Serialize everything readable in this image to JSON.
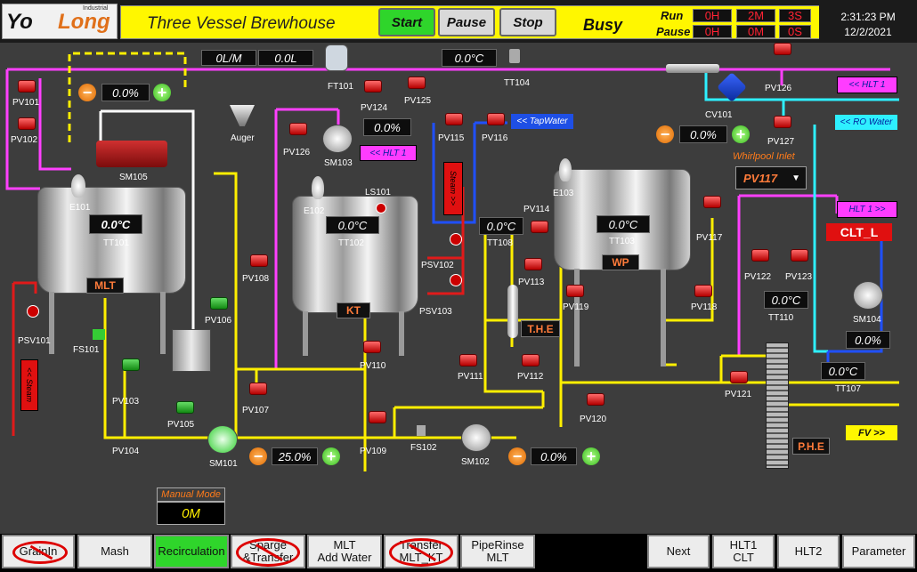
{
  "header": {
    "logo_yo": "Yo",
    "logo_long": "Long",
    "logo_industrial": "Industrial",
    "title": "Three Vessel Brewhouse",
    "start_label": "Start",
    "pause_label": "Pause",
    "stop_label": "Stop",
    "status": "Busy",
    "run_label": "Run",
    "pause_time_label": "Pause",
    "run_time": {
      "h": "0H",
      "m": "2M",
      "s": "3S"
    },
    "pause_time": {
      "h": "0H",
      "m": "0M",
      "s": "0S"
    },
    "time": "2:31:23 PM",
    "date": "12/2/2021"
  },
  "flow": {
    "rate": "0L/M",
    "total": "0.0L",
    "ft_tag": "FT101"
  },
  "top_temp": "0.0°C",
  "tags": {
    "pv101": "PV101",
    "pv102": "PV102",
    "pv103": "PV103",
    "pv104": "PV104",
    "pv105": "PV105",
    "pv106": "PV106",
    "pv107": "PV107",
    "pv108": "PV108",
    "pv109": "PV109",
    "pv110": "PV110",
    "pv111": "PV111",
    "pv112": "PV112",
    "pv113": "PV113",
    "pv114": "PV114",
    "pv115": "PV115",
    "pv116": "PV116",
    "pv117": "PV117",
    "pv118": "PV118",
    "pv119": "PV119",
    "pv120": "PV120",
    "pv121": "PV121",
    "pv122": "PV122",
    "pv123": "PV123",
    "pv124": "PV124",
    "pv125": "PV125",
    "pv126a": "PV126",
    "pv126b": "PV126",
    "pv127": "PV127",
    "cv101": "CV101",
    "tt104": "TT104",
    "auger": "Auger",
    "sm103": "SM103",
    "sm105": "SM105",
    "e101": "E101",
    "e102": "E102",
    "e103": "E103",
    "ls101": "LS101",
    "tt101": "TT101",
    "tt102": "TT102",
    "tt103": "TT103",
    "tt108": "TT108",
    "tt110": "TT110",
    "tt107": "TT107",
    "psv101": "PSV101",
    "psv102": "PSV102",
    "psv103": "PSV103",
    "fs101": "FS101",
    "fs102": "FS102",
    "sm101": "SM101",
    "sm102": "SM102",
    "sm104": "SM104",
    "the": "T.H.E",
    "phe": "P.H.E"
  },
  "vessels": {
    "mlt": {
      "label": "MLT",
      "temp": "0.0°C"
    },
    "kt": {
      "label": "KT",
      "temp": "0.0°C"
    },
    "wp": {
      "label": "WP",
      "temp": "0.0°C"
    }
  },
  "setpoints": {
    "grain": "0.0%",
    "sm103": "0.0%",
    "cv101": "0.0%",
    "sm101": "25.0%",
    "sm102": "0.0%",
    "sm104": "0.0%"
  },
  "temps": {
    "tt108": "0.0°C",
    "tt110": "0.0°C",
    "tt107": "0.0°C"
  },
  "labels": {
    "hlt1_top": "<< HLT 1",
    "ro_water": "<< RO Water",
    "tap_water": "<< TapWater",
    "hlt1_mid": "<< HLT 1",
    "hlt1_right": "HLT 1 >>",
    "steam": "Steam >>",
    "steam_left": "<< Steam",
    "whirlpool_inlet": "Whirlpool Inlet",
    "whirlpool_select": "PV117",
    "clt": "CLT_L",
    "fv": "FV >>",
    "manual_mode": "Manual Mode",
    "manual_value": "0M"
  },
  "nav": {
    "grainin": "GrainIn",
    "mash": "Mash",
    "recirculation": "Recirculation",
    "sparge_1": "Sparge",
    "sparge_2": "&Transfer",
    "mlt_add_1": "MLT",
    "mlt_add_2": "Add Water",
    "transfer_1": "Transfer",
    "transfer_2": "MLT_KT",
    "piperinse_1": "PipeRinse",
    "piperinse_2": "MLT",
    "next": "Next",
    "hlt1clt_1": "HLT1",
    "hlt1clt_2": "CLT",
    "hlt2": "HLT2",
    "parameter": "Parameter"
  },
  "colors": {
    "pipe_yellow": "#ffef00",
    "pipe_magenta": "#ff40ff",
    "pipe_cyan": "#2ef0ff",
    "pipe_blue": "#2050ff",
    "pipe_red": "#e01a1a",
    "pipe_white": "#ffffff"
  }
}
